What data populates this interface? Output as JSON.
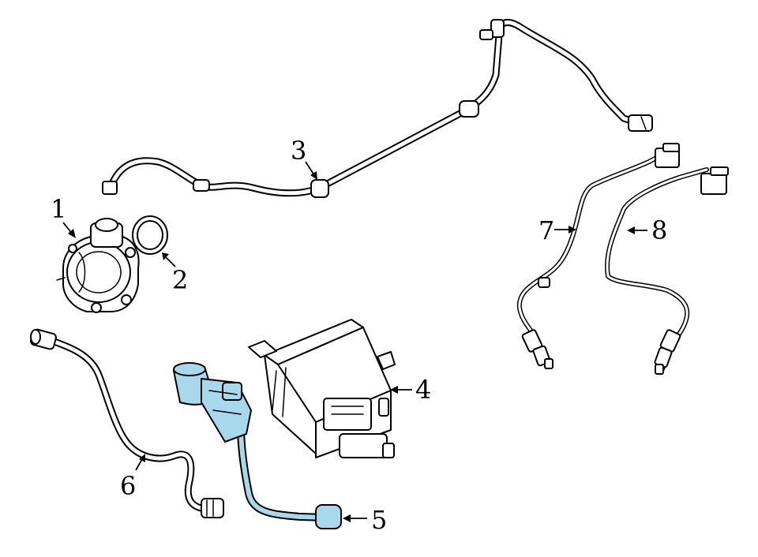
{
  "highlight_color": "#a8d8ec",
  "callouts": [
    {
      "id": "1",
      "label": "1"
    },
    {
      "id": "2",
      "label": "2"
    },
    {
      "id": "3",
      "label": "3"
    },
    {
      "id": "4",
      "label": "4"
    },
    {
      "id": "5",
      "label": "5"
    },
    {
      "id": "6",
      "label": "6"
    },
    {
      "id": "7",
      "label": "7"
    },
    {
      "id": "8",
      "label": "8"
    }
  ]
}
